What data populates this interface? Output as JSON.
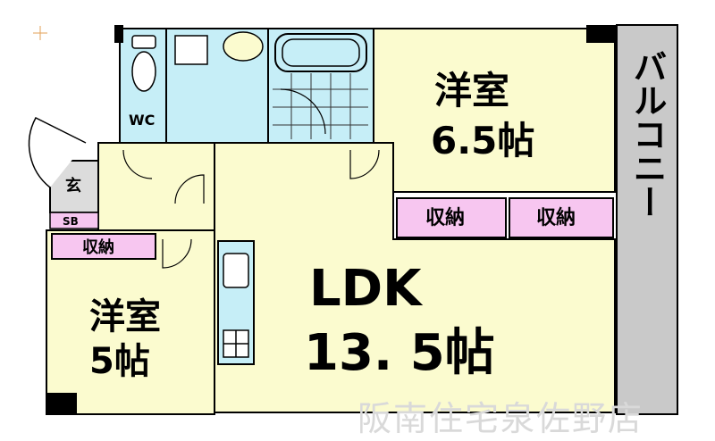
{
  "rooms": {
    "bedroom_a": {
      "name": "洋室",
      "size": "6.5帖"
    },
    "bedroom_b": {
      "name": "洋室",
      "size": "5帖"
    },
    "ldk": {
      "name": "LDK",
      "size": "13. 5帖"
    }
  },
  "storage": {
    "closet_a": "収納",
    "closet_b": "収納",
    "closet_c": "収納"
  },
  "toilet": "WC",
  "entrance": "玄",
  "shoe_box": "SB",
  "balcony": "バルコニー",
  "watermark": "阪南住宅泉佐野店",
  "colors": {
    "room_fill": "#fbfbcf",
    "wet_fill": "#c6eef7",
    "storage_fill": "#f7c6f0",
    "balcony_fill": "#c9c9c9",
    "wall": "#000000",
    "floor_gray": "#dcdcdc"
  }
}
